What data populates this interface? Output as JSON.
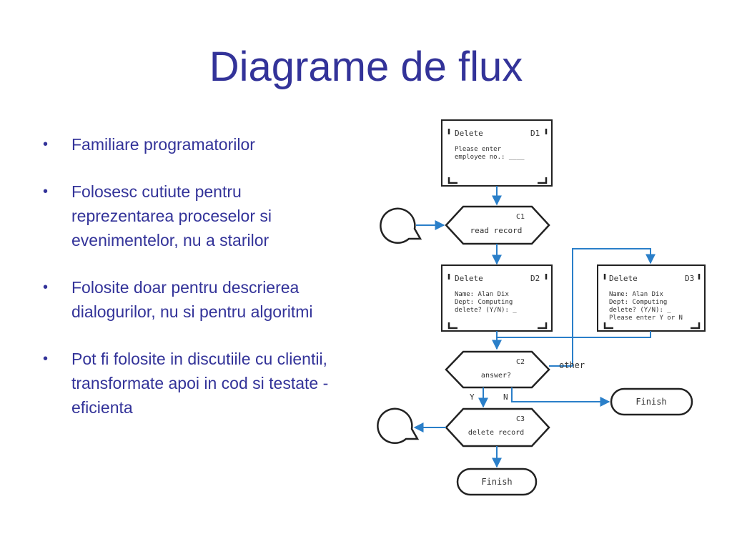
{
  "title": "Diagrame de flux",
  "bullets": [
    "Familiare programatorilor",
    "Folosesc cutiute pentru reprezentarea proceselor si evenimentelor, nu a starilor",
    "Folosite doar pentru descrierea dialogurilor, nu si pentru algoritmi",
    "Pot fi folosite in discutiile cu clientii, transformate apoi in cod si testate - eficienta"
  ],
  "bullet_symbol": "•",
  "colors": {
    "title": "#333399",
    "arrow": "#2a7fc9",
    "box": "#222222"
  },
  "diagram": {
    "d1": {
      "title": "Delete",
      "id": "D1",
      "line1": "Please enter",
      "line2": "employee no.: ____"
    },
    "c1": {
      "id": "C1",
      "label": "read record"
    },
    "d2": {
      "title": "Delete",
      "id": "D2",
      "line1": "Name: Alan Dix",
      "line2": "Dept: Computing",
      "line3": "delete? (Y/N): _"
    },
    "d3": {
      "title": "Delete",
      "id": "D3",
      "line1": "Name: Alan Dix",
      "line2": "Dept: Computing",
      "line3": "delete? (Y/N): _",
      "line4": "Please enter Y or N"
    },
    "c2": {
      "id": "C2",
      "label": "answer?"
    },
    "c3": {
      "id": "C3",
      "label": "delete record"
    },
    "edge_other": "other",
    "edge_y": "Y",
    "edge_n": "N",
    "finish1": "Finish",
    "finish2": "Finish"
  }
}
